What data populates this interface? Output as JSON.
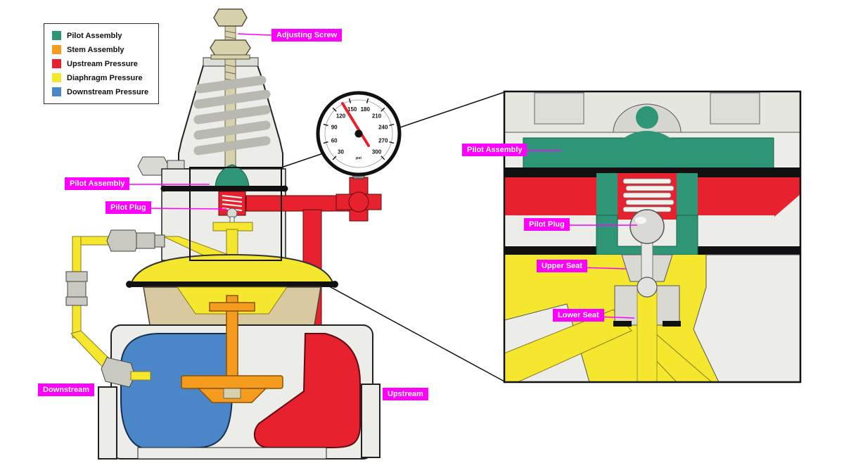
{
  "legend": {
    "items": [
      {
        "label": "Pilot Assembly",
        "color": "#2E9677"
      },
      {
        "label": "Stem Assembly",
        "color": "#F59B1E"
      },
      {
        "label": "Upstream Pressure",
        "color": "#E8212E"
      },
      {
        "label": "Diaphragm Pressure",
        "color": "#F5E62E"
      },
      {
        "label": "Downstream Pressure",
        "color": "#4A86C8"
      }
    ]
  },
  "labels": {
    "adjusting_screw": "Adjusting Screw",
    "pilot_assembly": "Pilot Assembly",
    "pilot_plug": "Pilot Plug",
    "downstream": "Downstream",
    "upstream": "Upstream"
  },
  "detail_labels": {
    "pilot_assembly": "Pilot Assembly",
    "pilot_plug": "Pilot Plug",
    "upper_seat": "Upper Seat",
    "lower_seat": "Lower Seat"
  },
  "gauge": {
    "ticks": [
      "30",
      "60",
      "90",
      "120",
      "150",
      "180",
      "210",
      "240",
      "270",
      "300"
    ],
    "unit": "psi"
  },
  "colors": {
    "label_bg": "#FF00FF",
    "label_text": "#FFFFFF",
    "pilot_assembly": "#2E9677",
    "stem_assembly": "#F59B1E",
    "upstream_pressure": "#E8212E",
    "diaphragm_pressure": "#F5E62E",
    "downstream_pressure": "#4A86C8",
    "body_gray": "#ECECE8",
    "outline": "#111111"
  }
}
